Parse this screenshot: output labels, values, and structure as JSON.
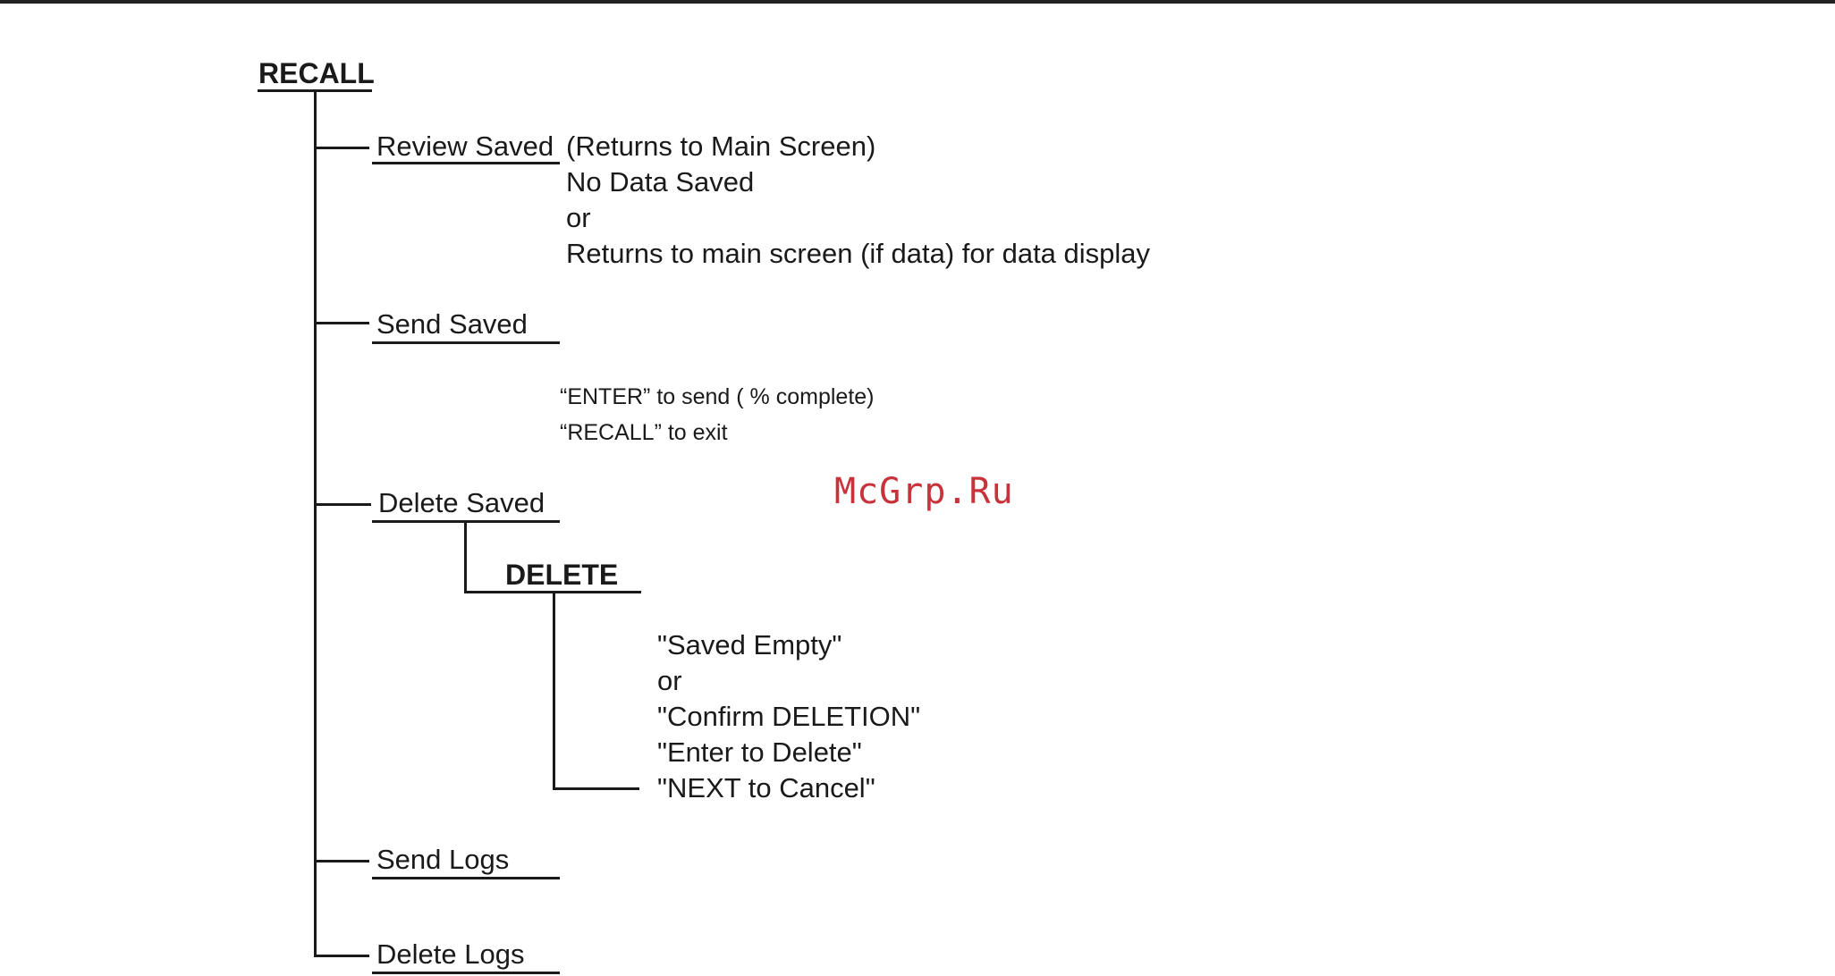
{
  "root": {
    "label": "RECALL"
  },
  "items": [
    {
      "label": "Review Saved",
      "notes": [
        "(Returns to Main Screen)",
        "No Data Saved",
        "or",
        "Returns to main screen (if data) for data display"
      ]
    },
    {
      "label": "Send Saved",
      "notes": [
        "“ENTER” to send (  % complete)",
        "“RECALL” to exit"
      ]
    },
    {
      "label": "Delete Saved",
      "sub": {
        "label": "DELETE",
        "notes": [
          "\"Saved Empty\"",
          "or",
          "\"Confirm DELETION\"",
          "\"Enter to Delete\"",
          "\"NEXT to Cancel\""
        ]
      }
    },
    {
      "label": "Send Logs"
    },
    {
      "label": "Delete Logs"
    }
  ],
  "watermark": "McGrp.Ru",
  "colors": {
    "line": "#1a1a1a",
    "watermark": "#c8323a"
  }
}
